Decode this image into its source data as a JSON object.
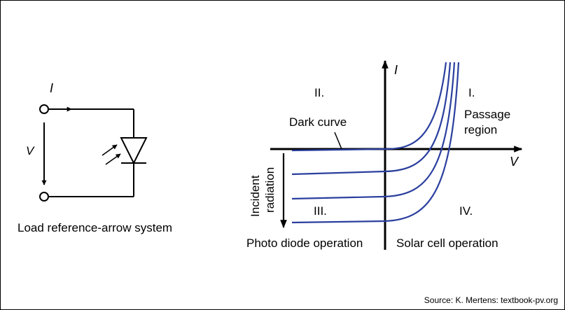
{
  "circuit": {
    "current_label": "I",
    "voltage_label": "V",
    "caption": "Load reference-arrow system"
  },
  "characteristic": {
    "y_axis_label": "I",
    "x_axis_label": "V",
    "quadrant_labels": [
      "I.",
      "II.",
      "III.",
      "IV."
    ],
    "passage_label_line1": "Passage",
    "passage_label_line2": "region",
    "dark_curve_label": "Dark curve",
    "radiation_label_line1": "Incident",
    "radiation_label_line2": "radiation",
    "photo_diode_label": "Photo diode operation",
    "solar_cell_label": "Solar cell operation",
    "curve_color": "#2b3f9e"
  },
  "source": "Source: K. Mertens: textbook-pv.org"
}
